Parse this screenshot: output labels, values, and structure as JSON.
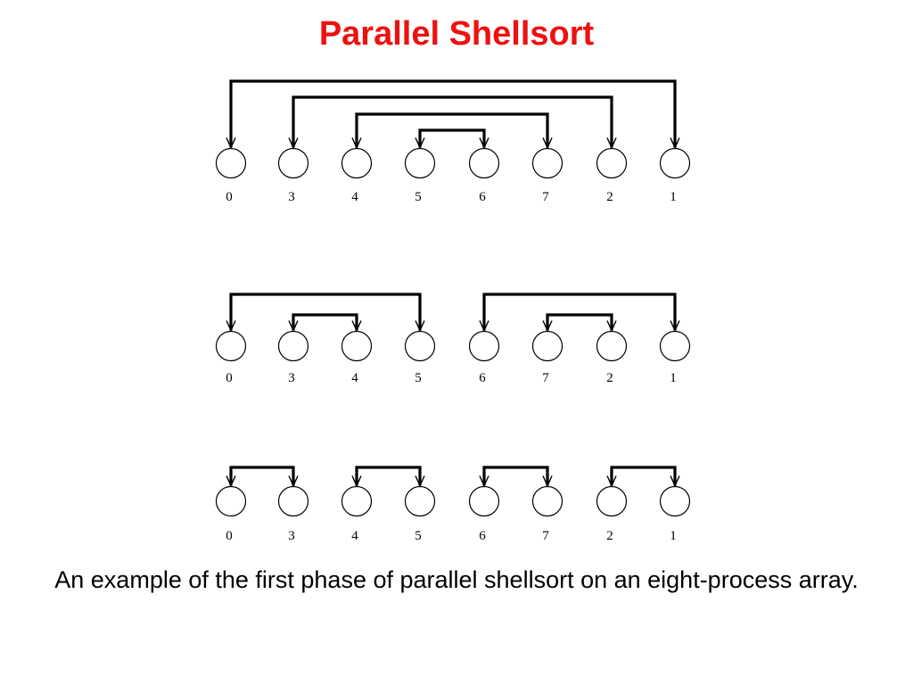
{
  "title": "Parallel Shellsort",
  "caption": "An example of the first phase of parallel shellsort on an eight-process array.",
  "colors": {
    "title": "#ee1111",
    "ink": "#000000"
  },
  "process_labels": [
    "0",
    "3",
    "4",
    "5",
    "6",
    "7",
    "2",
    "1"
  ],
  "stages": [
    {
      "pairs": [
        [
          0,
          7
        ],
        [
          1,
          6
        ],
        [
          2,
          5
        ],
        [
          3,
          4
        ]
      ]
    },
    {
      "pairs": [
        [
          0,
          3
        ],
        [
          1,
          2
        ],
        [
          4,
          7
        ],
        [
          5,
          6
        ]
      ]
    },
    {
      "pairs": [
        [
          0,
          1
        ],
        [
          2,
          3
        ],
        [
          4,
          5
        ],
        [
          6,
          7
        ]
      ]
    }
  ]
}
